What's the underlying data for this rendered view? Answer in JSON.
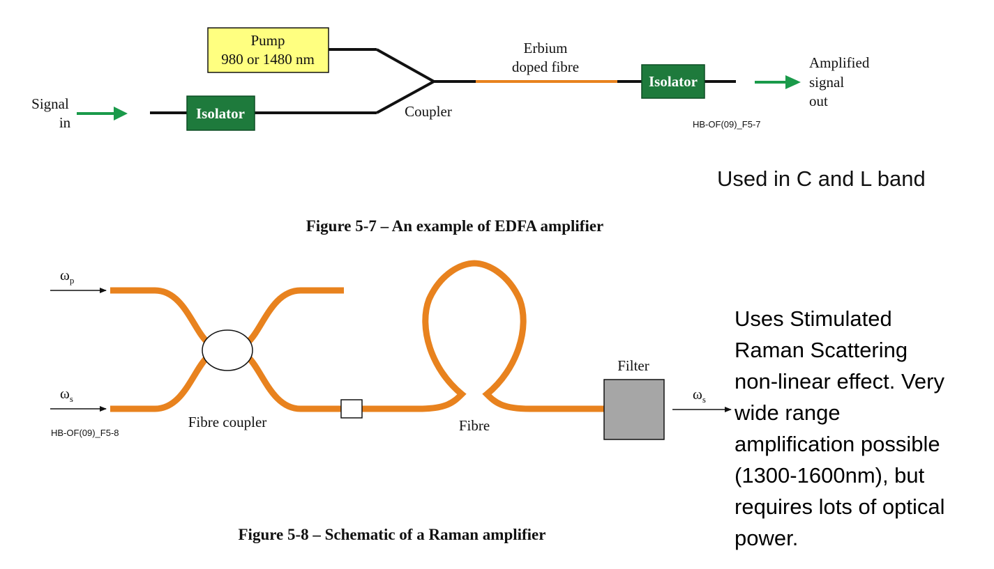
{
  "figure57": {
    "pump_line1": "Pump",
    "pump_line2": "980 or 1480 nm",
    "signal_in_line1": "Signal",
    "signal_in_line2": "in",
    "isolator_in": "Isolator",
    "coupler": "Coupler",
    "erbium_line1": "Erbium",
    "erbium_line2": "doped fibre",
    "isolator_out": "Isolator",
    "amplified_line1": "Amplified",
    "amplified_line2": "signal",
    "amplified_line3": "out",
    "ref_code": "HB-OF(09)_F5-7",
    "caption": "Figure 5-7 – An example of EDFA amplifier",
    "note": "Used in C and L band"
  },
  "figure58": {
    "omega_p": "ω",
    "omega_p_sub": "p",
    "omega_s_in": "ω",
    "omega_s_in_sub": "s",
    "omega_s_out": "ω",
    "omega_s_out_sub": "s",
    "ref_code": "HB-OF(09)_F5-8",
    "fibre_coupler": "Fibre coupler",
    "fibre": "Fibre",
    "filter": "Filter",
    "caption": "Figure 5-8 – Schematic of a Raman amplifier",
    "note_lines": [
      "Uses Stimulated",
      "Raman Scattering",
      "non-linear effect. Very",
      "wide range",
      "amplification possible",
      "(1300-1600nm), but",
      "requires lots of optical",
      "power."
    ]
  },
  "colors": {
    "fibre_orange": "#E8821E",
    "isolator_green": "#1E7A3C",
    "arrow_green": "#1A9A4A",
    "pump_yellow": "#FFFF80",
    "filter_gray": "#A6A6A6"
  }
}
